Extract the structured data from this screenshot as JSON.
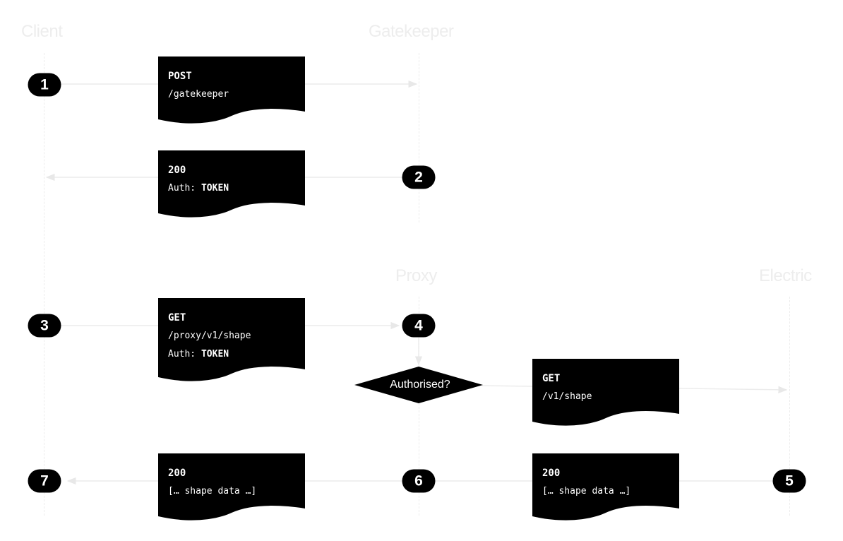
{
  "lanes": {
    "client": "Client",
    "gatekeeper": "Gatekeeper",
    "proxy": "Proxy",
    "electric": "Electric"
  },
  "steps": [
    "1",
    "2",
    "3",
    "4",
    "5",
    "6",
    "7"
  ],
  "messages": {
    "post_gatekeeper": {
      "method": "POST",
      "path": "/gatekeeper"
    },
    "token_response": {
      "status": "200",
      "auth_label": "Auth:",
      "auth_value": "TOKEN"
    },
    "get_proxy": {
      "method": "GET",
      "path": "/proxy/v1/shape",
      "auth_label": "Auth:",
      "auth_value": "TOKEN"
    },
    "get_electric": {
      "method": "GET",
      "path": "/v1/shape"
    },
    "electric_response": {
      "status": "200",
      "body": "[… shape data …]"
    },
    "proxy_response": {
      "status": "200",
      "body": "[… shape data …]"
    }
  },
  "decision": {
    "label": "Authorised?"
  },
  "colors": {
    "box": "#000000",
    "lane": "#ececec",
    "arrow": "#ececec",
    "text_light": "#ffffff"
  }
}
